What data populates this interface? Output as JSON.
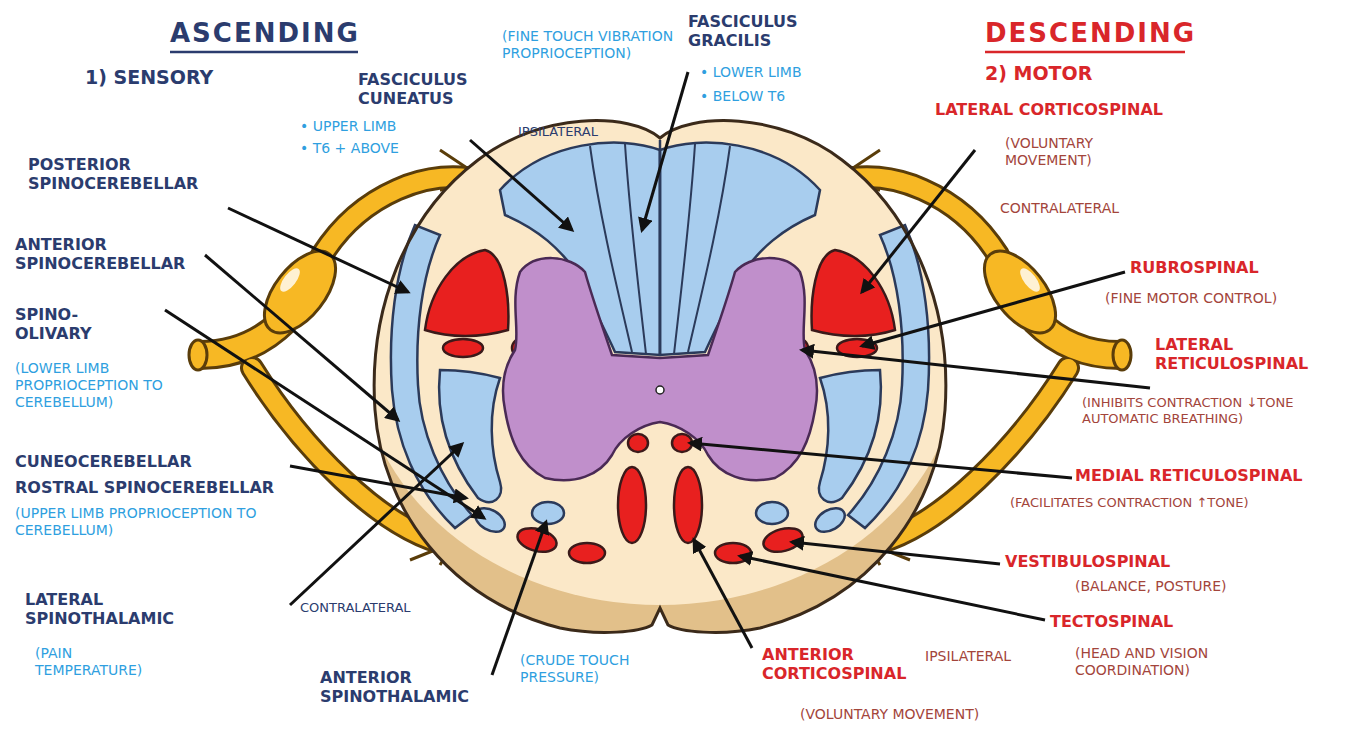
{
  "diagram": {
    "labels": [
      "ASCENDING",
      "1) SENSORY",
      "FASCICULUS CUNEATUS",
      "• UPPER LIMB",
      "• T6 + ABOVE",
      "(FINE TOUCH VIBRATION PROPRIOCEPTION)",
      "FASCICULUS GRACILIS",
      "• LOWER LIMB",
      "• BELOW T6",
      "IPSILATERAL",
      "POSTERIOR SPINOCEREBELLAR",
      "ANTERIOR SPINOCEREBELLAR",
      "SPINO- OLIVARY",
      "(LOWER LIMB PROPRIOCEPTION TO CEREBELLUM)",
      "CUNEOCEREBELLAR",
      "ROSTRAL SPINOCEREBELLAR",
      "(UPPER LIMB PROPRIOCEPTION TO CEREBELLUM)",
      "LATERAL SPINOTHALAMIC",
      "(PAIN TEMPERATURE)",
      "CONTRALATERAL",
      "ANTERIOR SPINOTHALAMIC",
      "(CRUDE TOUCH PRESSURE)",
      "DESCENDING",
      "2) MOTOR",
      "LATERAL CORTICOSPINAL",
      "(VOLUNTARY MOVEMENT)",
      "CONTRALATERAL",
      "RUBROSPINAL",
      "(FINE MOTOR CONTROL)",
      "LATERAL RETICULOSPINAL",
      "(INHIBITS CONTRACTION ↓TONE AUTOMATIC BREATHING)",
      "MEDIAL RETICULOSPINAL",
      "(FACILITATES CONTRACTION ↑TONE)",
      "VESTIBULOSPINAL",
      "(BALANCE, POSTURE)",
      "TECTOSPINAL",
      "(HEAD AND VISION COORDINATION)",
      "ANTERIOR CORTICOSPINAL",
      "IPSILATERAL",
      "(VOLUNTARY MOVEMENT)"
    ]
  }
}
